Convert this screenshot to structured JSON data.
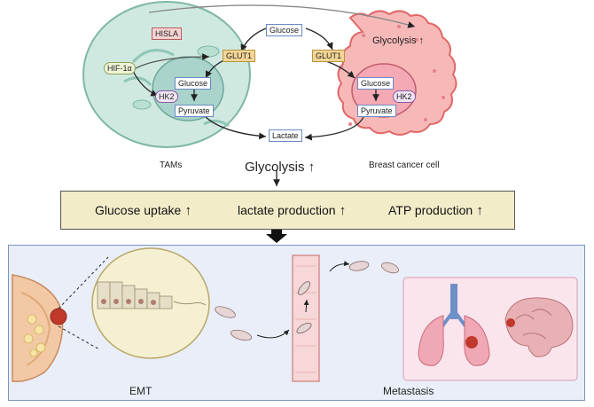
{
  "top": {
    "hisla": "HISLA",
    "hif1a": "HIF-1α",
    "glut1_left": "GLUT1",
    "glut1_right": "GLUT1",
    "glucose_top": "Glucose",
    "glucose_left": "Glucose",
    "glucose_right": "Glucose",
    "hk2_left": "HK2",
    "hk2_right": "HK2",
    "pyruvate_left": "Pyruvate",
    "pyruvate_right": "Pyruvate",
    "lactate": "Lactate",
    "glycolysis_cell": "Glycolysis",
    "tams": "TAMs",
    "breast_cancer_cell": "Breast cancer cell",
    "glycolysis_main": "Glycolysis"
  },
  "banner": {
    "item1": "Glucose uptake",
    "item2": "lactate production",
    "item3": "ATP production"
  },
  "bottom": {
    "emt": "EMT",
    "metastasis": "Metastasis"
  },
  "colors": {
    "tam_cell": "#cfe9e1",
    "cancer_cell": "#f7b8b8",
    "banner": "#f3ecc9",
    "panel": "#e9eef8"
  }
}
